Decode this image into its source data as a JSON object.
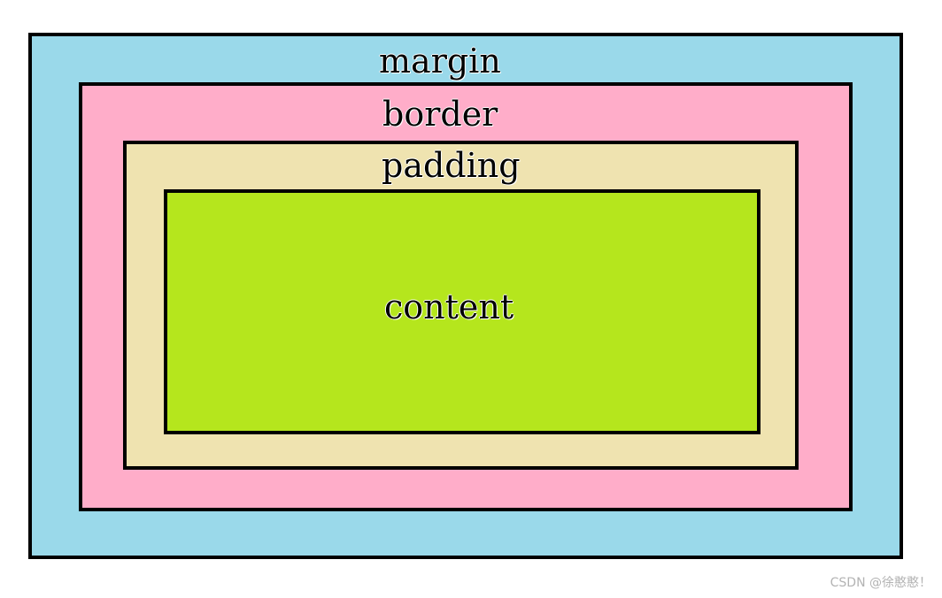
{
  "diagram": {
    "layers": {
      "margin": {
        "label": "margin",
        "color": "#9ad9ea"
      },
      "border": {
        "label": "border",
        "color": "#ffadc9"
      },
      "padding": {
        "label": "padding",
        "color": "#efe3b0"
      },
      "content": {
        "label": "content",
        "color": "#b5e61d"
      }
    },
    "outline_color": "#000000"
  },
  "watermark": "CSDN @徐憨憨！"
}
